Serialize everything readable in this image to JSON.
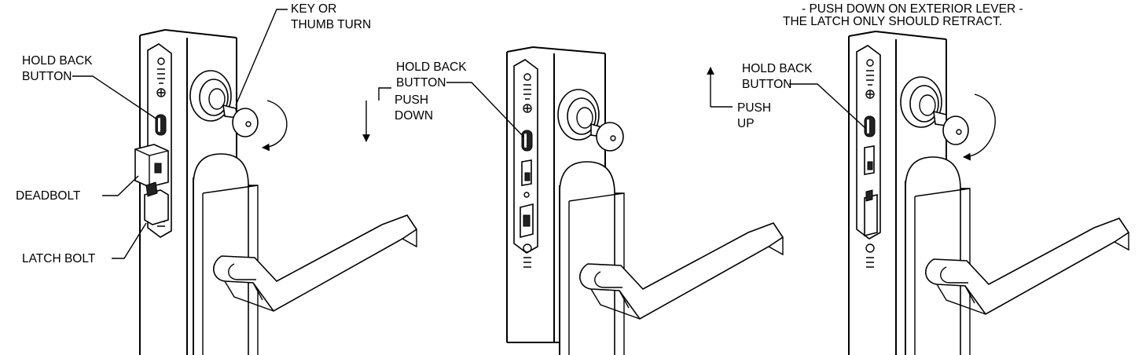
{
  "labels": {
    "key_or": "KEY OR",
    "thumb_turn": "THUMB TURN",
    "hold_back_1a": "HOLD BACK",
    "hold_back_1b": "BUTTON",
    "deadbolt": "DEADBOLT",
    "latch_bolt": "LATCH BOLT",
    "push_down_1": "PUSH",
    "push_down_2": "DOWN",
    "hold_back_2a": "HOLD BACK",
    "hold_back_2b": "BUTTON",
    "push_up_1": "PUSH",
    "push_up_2": "UP",
    "hold_back_3a": "HOLD BACK",
    "hold_back_3b": "BUTTON",
    "note_line_1": "- PUSH DOWN ON EXTERIOR LEVER -",
    "note_line_2": "THE LATCH ONLY SHOULD RETRACT."
  },
  "colors": {
    "line": "#000000",
    "background": "#ffffff"
  }
}
